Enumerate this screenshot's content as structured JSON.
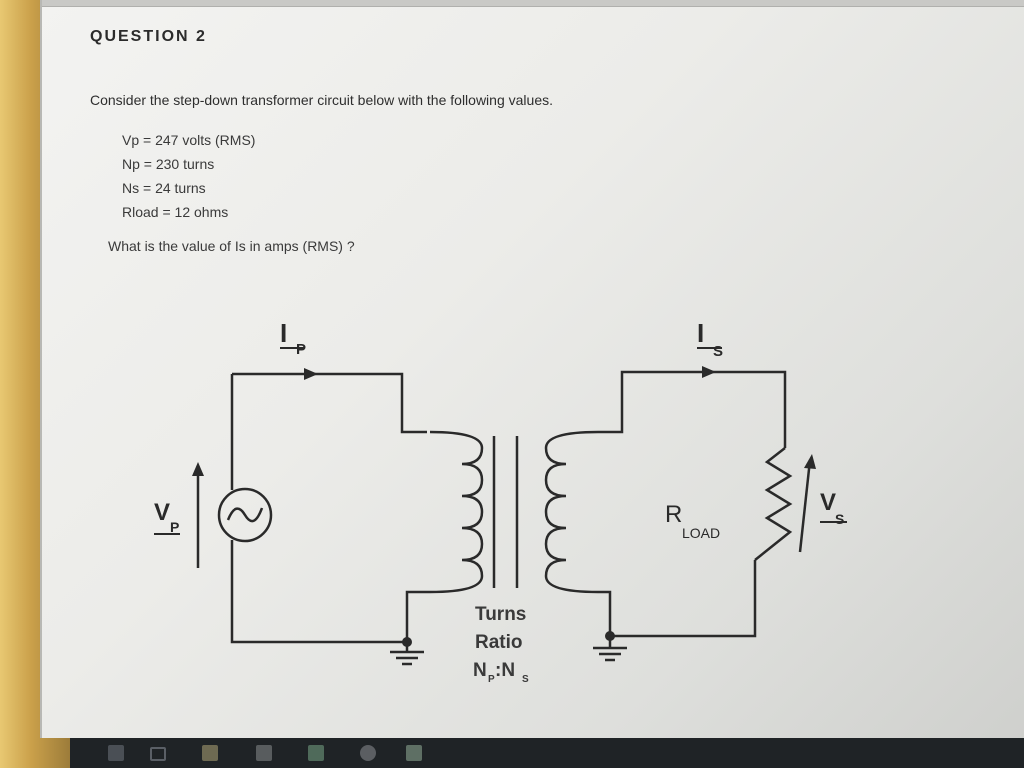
{
  "question": {
    "title": "QUESTION 2",
    "intro": "Consider the step-down transformer circuit below with the following values.",
    "values": [
      {
        "label": "Vp",
        "text": "= 247 volts (RMS)"
      },
      {
        "label": "Np",
        "text": "= 230 turns"
      },
      {
        "label": "Ns",
        "text": "= 24 turns"
      },
      {
        "label": "Rload",
        "text": "= 12 ohms"
      }
    ],
    "prompt": "What is the value of Is in amps (RMS) ?"
  },
  "diagram": {
    "ip_label": "I",
    "ip_sub": "P",
    "is_label": "I",
    "is_sub": "S",
    "vp_label": "V",
    "vp_sub": "P",
    "vs_label": "V",
    "vs_sub": "S",
    "rload_label": "R",
    "rload_sub": "LOAD",
    "turns_line1": "Turns",
    "turns_line2": "Ratio",
    "turns_line3_a": "N",
    "turns_line3_sub_a": "P",
    "turns_line3_colon": ":N",
    "turns_line3_sub_b": "S"
  },
  "taskbar": {
    "icons": [
      "windows-icon",
      "task-view-icon",
      "file-explorer-icon",
      "store-icon",
      "app-icon",
      "chrome-icon",
      "word-icon"
    ]
  }
}
